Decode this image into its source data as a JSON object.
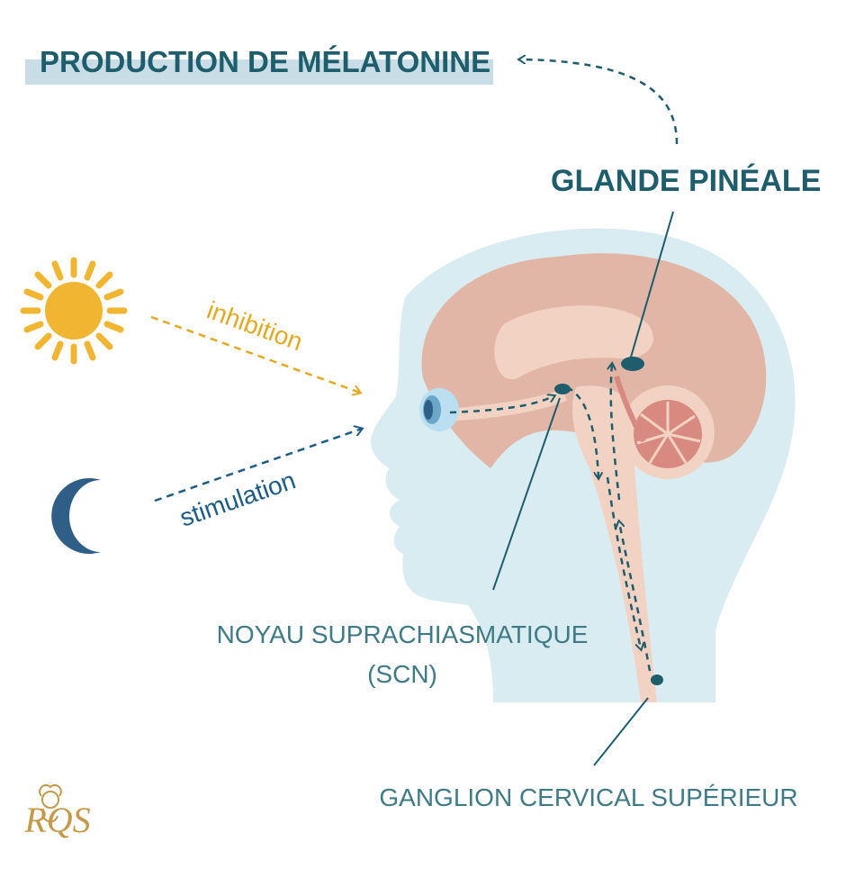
{
  "title": "PRODUCTION DE MÉLATONINE",
  "labels": {
    "pineal_gland": "GLANDE PINÉALE",
    "inhibition": "inhibition",
    "stimulation": "stimulation",
    "scn_line1": "NOYAU SUPRACHIASMATIQUE",
    "scn_line2": "(SCN)",
    "ganglion": "GANGLION CERVICAL SUPÉRIEUR"
  },
  "logo": {
    "text": "RQS"
  },
  "colors": {
    "title_band": "#c9dde6",
    "title_text": "#1d5d6c",
    "sun": "#f0b632",
    "inhibition": "#e3a922",
    "moon": "#2f5f86",
    "stimulation": "#1c5c86",
    "head": "#d9ecf1",
    "brain": "#e2b6a6",
    "brain_inner": "#f2d2c3",
    "nerve_path": "#1d5d6c",
    "label_text": "#3f7b86",
    "logo": "#c49a4a"
  },
  "icons": [
    "sun-icon",
    "moon-icon",
    "eye-icon",
    "lion-logo-icon"
  ]
}
